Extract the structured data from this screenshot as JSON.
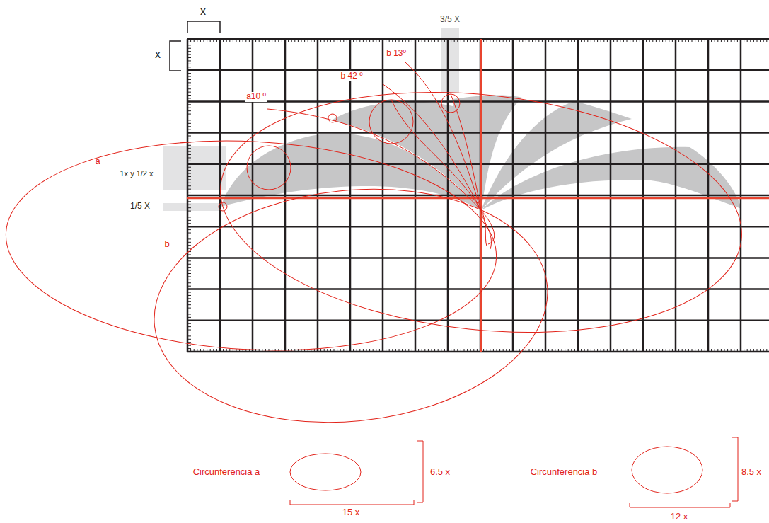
{
  "diagram": {
    "labels": [
      "x",
      "x",
      "3/5 X",
      "b 13º",
      "b 42 º",
      "a10 º",
      "a",
      "1x y 1/2 x",
      "1/5 X",
      "b",
      "Circunferencia a",
      "6.5 x",
      "15 x",
      "Circunferencia b",
      "8.5 x",
      "12 x"
    ]
  }
}
